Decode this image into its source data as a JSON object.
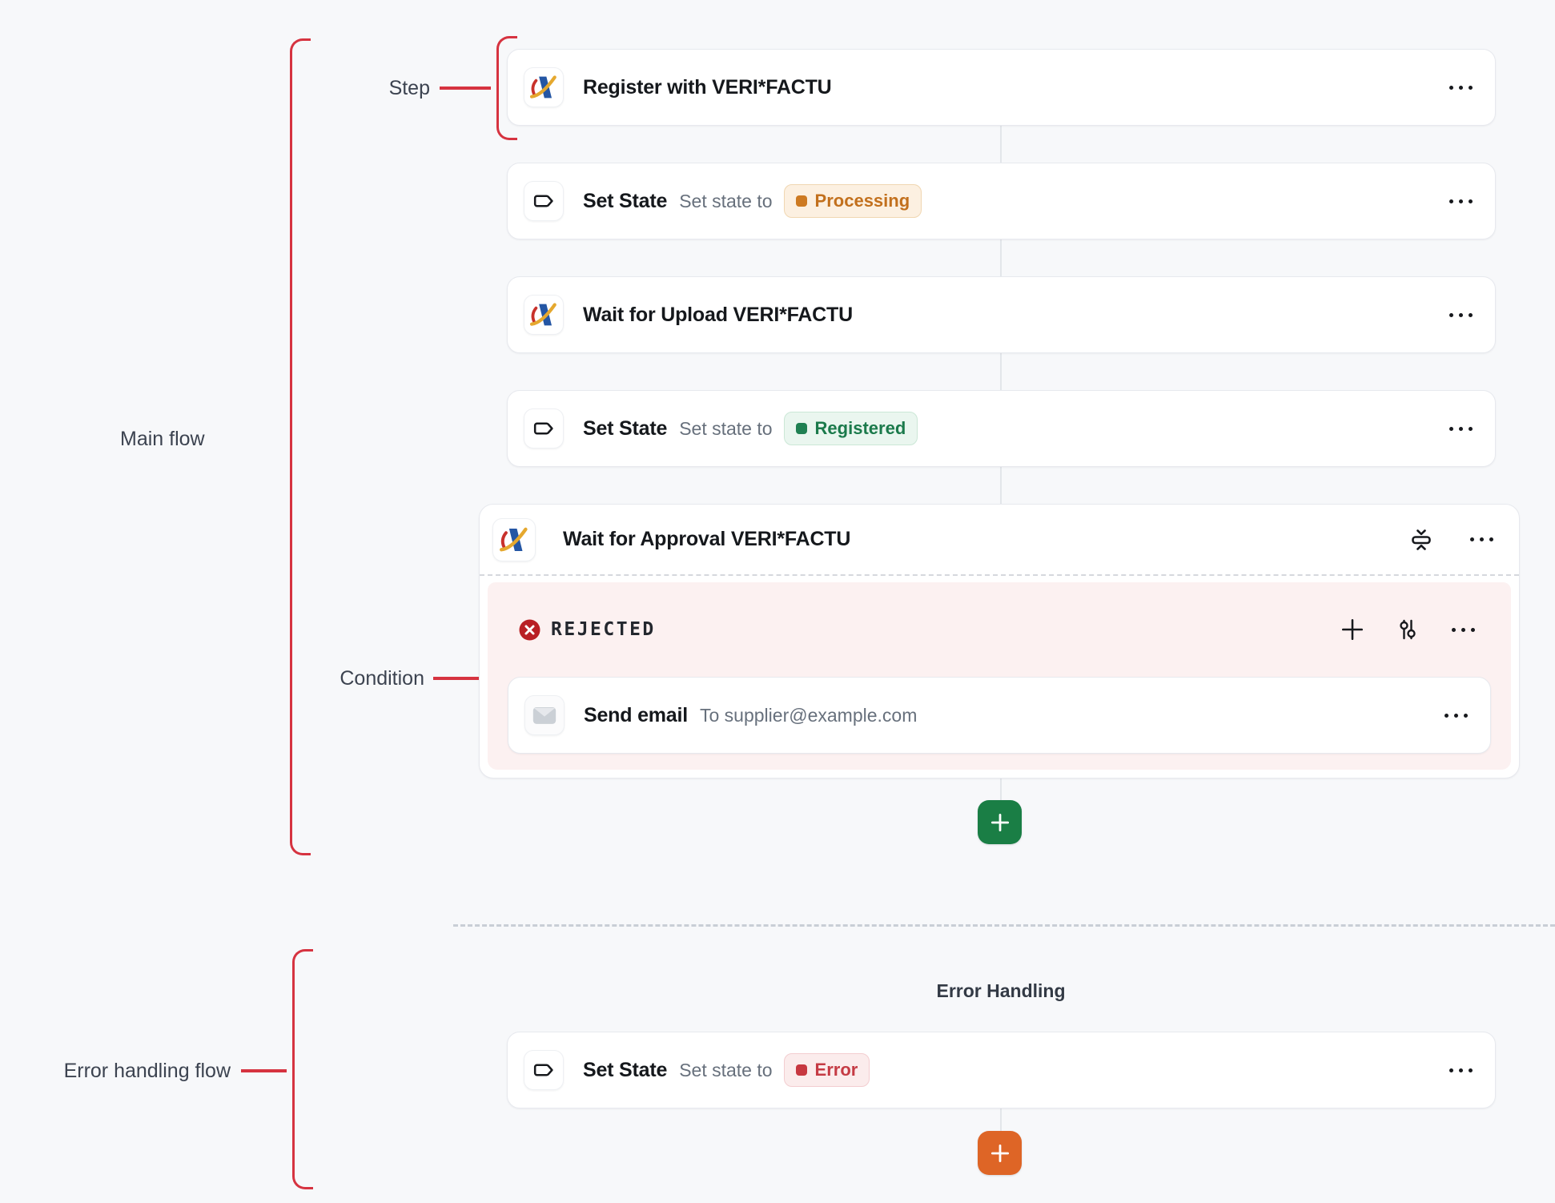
{
  "colors": {
    "background": "#f7f8fa",
    "annotation_red": "#d63340",
    "card_border": "#e7e9ee",
    "connector_gray": "#e3e6ea",
    "add_button_green": "#1a7e45",
    "add_button_orange": "#de6526",
    "condition_panel_bg": "#fcf1f1",
    "rejected_icon_red": "#b92025"
  },
  "annotations": {
    "step": "Step",
    "main_flow": "Main flow",
    "condition": "Condition",
    "error_flow": "Error handling flow"
  },
  "main_flow": {
    "steps": [
      {
        "icon": "aeat-logo",
        "title": "Register with VERI*FACTU"
      },
      {
        "icon": "state-tag",
        "title": "Set State",
        "subtitle": "Set state to",
        "badge": {
          "label": "Processing",
          "text_color": "#c2701d",
          "bg": "#fcf0e1",
          "border": "#f0d7b2",
          "dot": "#cd7a22"
        }
      },
      {
        "icon": "aeat-logo",
        "title": "Wait for Upload VERI*FACTU"
      },
      {
        "icon": "state-tag",
        "title": "Set State",
        "subtitle": "Set state to",
        "badge": {
          "label": "Registered",
          "text_color": "#1b7a4b",
          "bg": "#eaf6ef",
          "border": "#cbe7d6",
          "dot": "#1f8052"
        }
      }
    ],
    "group": {
      "icon": "aeat-logo",
      "title": "Wait for Approval VERI*FACTU",
      "condition": {
        "label": "REJECTED",
        "steps": [
          {
            "icon": "email-envelope",
            "title": "Send email",
            "subtitle": "To supplier@example.com"
          }
        ]
      }
    }
  },
  "error_flow": {
    "heading": "Error Handling",
    "steps": [
      {
        "icon": "state-tag",
        "title": "Set State",
        "subtitle": "Set state to",
        "badge": {
          "label": "Error",
          "text_color": "#c53b44",
          "bg": "#fbecec",
          "border": "#f3cdd0",
          "dot": "#c73840"
        }
      }
    ]
  }
}
